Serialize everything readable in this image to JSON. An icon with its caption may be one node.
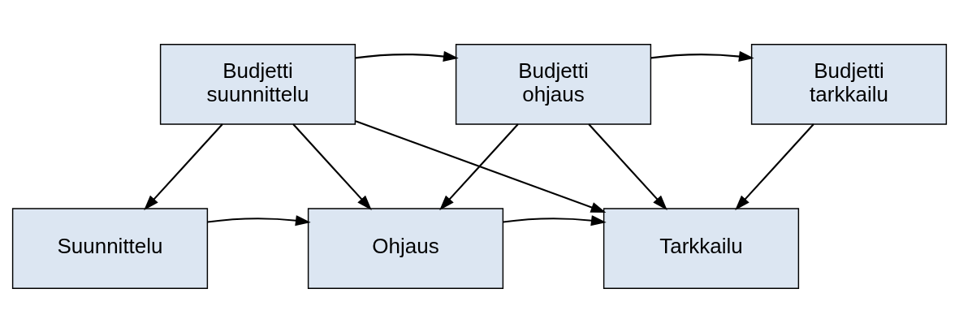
{
  "diagram": {
    "nodes": [
      {
        "text": [
          "Budjetti suunnittelu"
        ]
      },
      {
        "text": [
          "Budjetti ohjaus"
        ]
      },
      {
        "text": [
          "Budjetti tarkkailu"
        ]
      },
      {
        "text": [
          "Suunnittelu"
        ]
      },
      {
        "text": [
          "Ohjaus"
        ]
      },
      {
        "text": [
          "Tarkkailu"
        ]
      }
    ],
    "edges": [
      {
        "from": 0,
        "to": 1,
        "arrow": "to"
      },
      {
        "from": 1,
        "to": 2,
        "arrow": "to"
      },
      {
        "from": 0,
        "to": 3,
        "arrow": "to"
      },
      {
        "from": 0,
        "to": 4,
        "arrow": "to"
      },
      {
        "from": 0,
        "to": 5,
        "arrow": "to"
      },
      {
        "from": 1,
        "to": 4,
        "arrow": "to"
      },
      {
        "from": 1,
        "to": 5,
        "arrow": "to"
      },
      {
        "from": 2,
        "to": 5,
        "arrow": "to"
      },
      {
        "from": 3,
        "to": 4,
        "arrow": "to"
      },
      {
        "from": 4,
        "to": 5,
        "arrow": "to"
      }
    ]
  }
}
